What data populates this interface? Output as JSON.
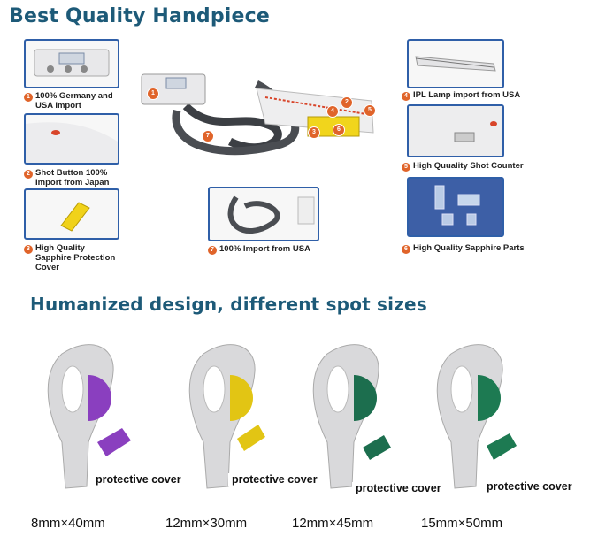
{
  "section1": {
    "title": "Best Quality Handpiece",
    "items": [
      {
        "num": "1",
        "label": "100% Germany and USA Import"
      },
      {
        "num": "2",
        "label": "Shot Button 100% Import from Japan"
      },
      {
        "num": "3",
        "label": "High Quality Sapphire Protection Cover"
      },
      {
        "num": "4",
        "label": "IPL Lamp import from USA"
      },
      {
        "num": "5",
        "label": "High Quuality Shot Counter"
      },
      {
        "num": "6",
        "label": "High Quality Sapphire Parts"
      },
      {
        "num": "7",
        "label": "100% Import from USA"
      }
    ],
    "callouts": [
      "1",
      "2",
      "3",
      "4",
      "5",
      "6",
      "7"
    ]
  },
  "section2": {
    "title": "Humanized design, different spot sizes",
    "handpieces": [
      {
        "cover_label": "protective cover",
        "spot_size": "8mm×40mm",
        "color": "#8a3fbf"
      },
      {
        "cover_label": "protective cover",
        "spot_size": "12mm×30mm",
        "color": "#e2c514"
      },
      {
        "cover_label": "protective cover",
        "spot_size": "12mm×45mm",
        "color": "#1c6e4e"
      },
      {
        "cover_label": "protective cover",
        "spot_size": "15mm×50mm",
        "color": "#1d7a52"
      }
    ]
  },
  "colors": {
    "heading": "#1d5a78",
    "badge": "#e0642a",
    "thumb_border": "#2f5fa8"
  }
}
